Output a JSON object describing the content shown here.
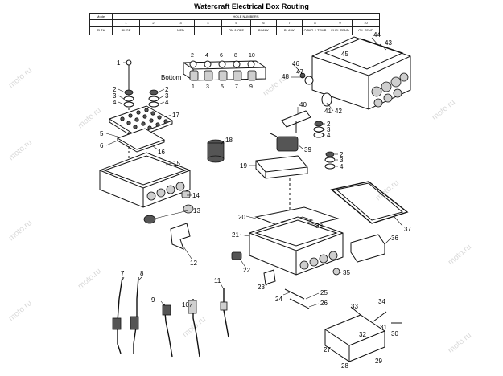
{
  "title": "Watercraft Electrical Box Routing",
  "table": {
    "model_label": "Model",
    "hole_numbers_label": "HOLE NUMBERS",
    "hole_numbers": [
      "1",
      "2",
      "3",
      "4",
      "5",
      "6",
      "7",
      "8",
      "9",
      "10"
    ],
    "row_model": "SLTH",
    "row_values": [
      "BILGE",
      "",
      "MFD",
      "",
      "ON & OFF",
      "BLANK",
      "BLANK",
      "OPNG & TEMP",
      "FUEL SEND",
      "OIL SEND"
    ]
  },
  "bottom_label": "Bottom",
  "bottom_top_numbers": [
    "2",
    "4",
    "6",
    "8",
    "10"
  ],
  "bottom_bottom_numbers": [
    "1",
    "3",
    "5",
    "7",
    "9"
  ],
  "watermark": "moto.ru",
  "callouts": {
    "c1": "1",
    "c2a": "2",
    "c3a": "3",
    "c4a": "4",
    "c2b": "2",
    "c3b": "3",
    "c4b": "4",
    "c17": "17",
    "c5": "5",
    "c6": "6",
    "c16": "16",
    "c15": "15",
    "c18": "18",
    "c14": "14",
    "c13": "13",
    "c12": "12",
    "c44": "44",
    "c43": "43",
    "c45": "45",
    "c46": "46",
    "c48": "48",
    "c47": "47",
    "c40": "40",
    "c41": "41",
    "c42": "42",
    "c2c": "2",
    "c3c": "3",
    "c4c": "4",
    "c39": "39",
    "c19": "19",
    "c2d": "2",
    "c3d": "3",
    "c4d": "4",
    "c20": "20",
    "c38": "38",
    "c37": "37",
    "c21": "21",
    "c36": "36",
    "c22": "22",
    "c35": "35",
    "c23": "23",
    "c24": "24",
    "c25": "25",
    "c26": "26",
    "c7": "7",
    "c8": "8",
    "c9": "9",
    "c10": "10",
    "c11": "11",
    "c33": "33",
    "c34": "34",
    "c31": "31",
    "c30": "30",
    "c32": "32",
    "c27": "27",
    "c28": "28",
    "c29": "29"
  }
}
